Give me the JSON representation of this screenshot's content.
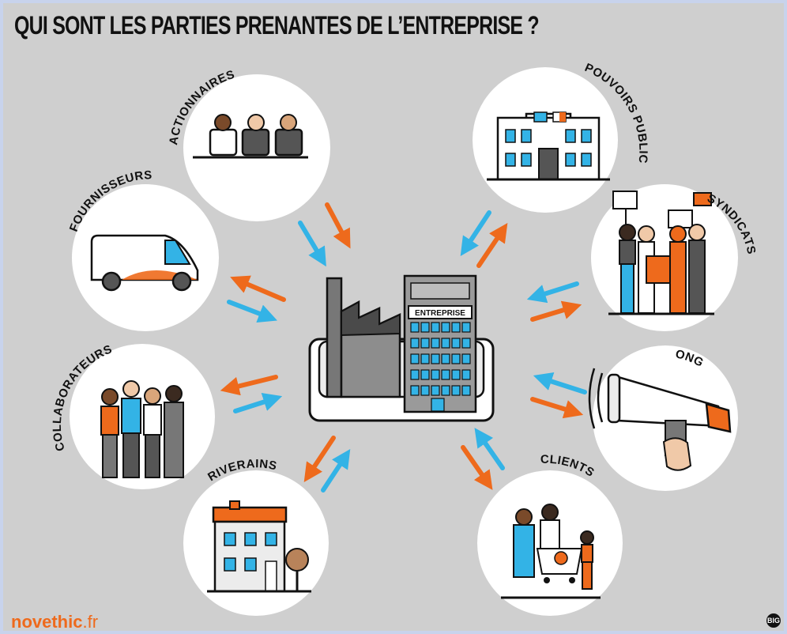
{
  "title": "QUI SONT LES PARTIES PRENANTES DE L’ENTREPRISE ?",
  "center": {
    "label": "ENTREPRISE"
  },
  "stakeholders": [
    {
      "label": "ACTIONNAIRES"
    },
    {
      "label": "FOURNISSEURS"
    },
    {
      "label": "COLLABORATEURS"
    },
    {
      "label": "RIVERAINS"
    },
    {
      "label": "POUVOIRS PUBLICS"
    },
    {
      "label": "SYNDICATS"
    },
    {
      "label": "ONG"
    },
    {
      "label": "CLIENTS"
    }
  ],
  "brand": {
    "name_part1": "novethic",
    "name_part2": ".fr"
  },
  "badge": "BIG",
  "colors": {
    "orange": "#ee6a1c",
    "blue": "#33b3e6",
    "background": "#cfcfcf",
    "outline": "#111111"
  }
}
